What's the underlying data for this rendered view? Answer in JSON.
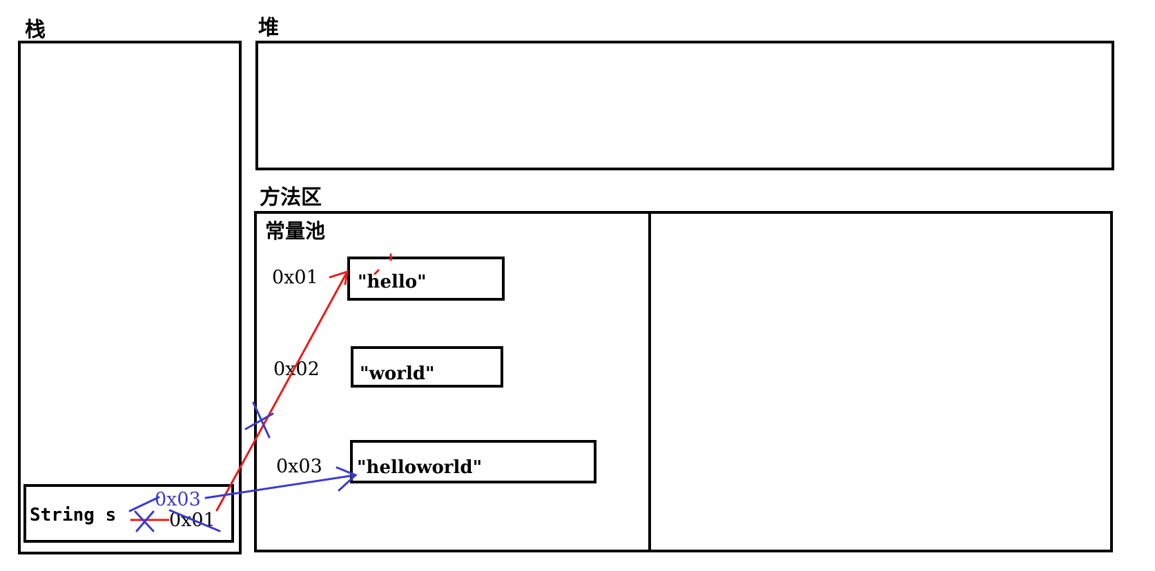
{
  "regions": {
    "stack": "栈",
    "heap": "堆",
    "method_area": "方法区",
    "constant_pool": "常量池"
  },
  "pool_entries": [
    {
      "address": "0x01",
      "value": "\"hello\""
    },
    {
      "address": "0x02",
      "value": "\"world\""
    },
    {
      "address": "0x03",
      "value": "\"helloworld\""
    }
  ],
  "stack_frame": {
    "variable": "String s",
    "old_reference": "0x01",
    "new_reference": "0x03"
  },
  "colors": {
    "outline": "#000000",
    "old_pointer": "#f01818",
    "new_pointer": "#3a3ad0"
  }
}
